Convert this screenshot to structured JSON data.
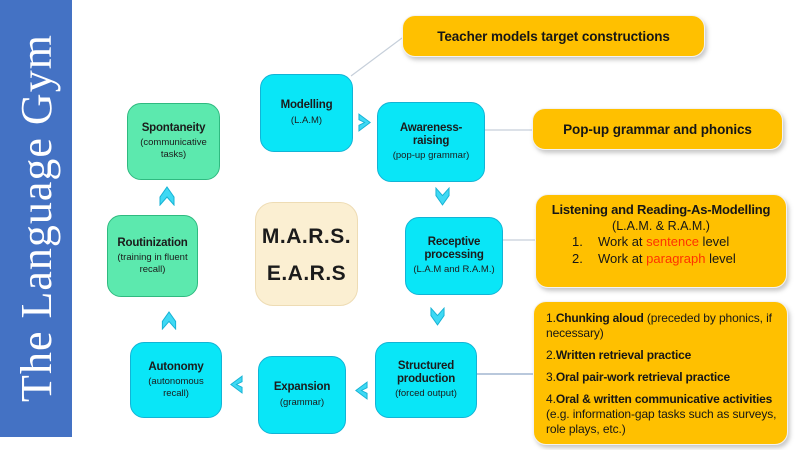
{
  "brand": {
    "title": "The Language Gym"
  },
  "center": {
    "line1": "M.A.R.S.",
    "line2": "E.A.R.S"
  },
  "stages": [
    {
      "title": "Modelling",
      "subtitle": "(L.A.M)"
    },
    {
      "title": "Awareness-raising",
      "subtitle": "(pop-up grammar)"
    },
    {
      "title": "Receptive processing",
      "subtitle": "(L.A.M and R.A.M.)"
    },
    {
      "title": "Structured production",
      "subtitle": "(forced output)"
    },
    {
      "title": "Expansion",
      "subtitle": "(grammar)"
    },
    {
      "title": "Autonomy",
      "subtitle": "(autonomous recall)"
    },
    {
      "title": "Routinization",
      "subtitle": "(training in fluent recall)"
    },
    {
      "title": "Spontaneity",
      "subtitle": "(communicative tasks)"
    }
  ],
  "callouts": {
    "teacher_models": {
      "text": "Teacher models target constructions"
    },
    "popup_grammar": {
      "text": "Pop-up grammar and phonics"
    },
    "listening": {
      "title": "Listening and Reading-As-Modelling",
      "subtitle": "(L.A.M. & R.A.M.)",
      "items": [
        {
          "num": "1.",
          "pre": "Work at ",
          "highlight": "sentence",
          "post": " level"
        },
        {
          "num": "2.",
          "pre": "Work at ",
          "highlight": "paragraph",
          "post": " level"
        }
      ]
    },
    "practice": {
      "items": [
        {
          "num": "1.",
          "bold": "Chunking aloud",
          "rest": " (preceded by phonics, if necessary)"
        },
        {
          "num": "2.",
          "bold": "Written retrieval practice",
          "rest": ""
        },
        {
          "num": "3.",
          "bold": "Oral pair-work retrieval practice",
          "rest": ""
        },
        {
          "num": "4.",
          "bold": "Oral & written communicative activities",
          "rest": " (e.g. information-gap tasks such as surveys, role plays, etc.)"
        }
      ]
    }
  },
  "colors": {
    "sidebar_blue": "#4472C4",
    "stage_cyan": "#09E6F7",
    "stage_mint": "#5CE9AE",
    "callout_gold": "#FFC000",
    "center_cream": "#FBEFD2",
    "highlight_red": "#FF3200",
    "chevron_cyan": "#3ED9F4"
  }
}
